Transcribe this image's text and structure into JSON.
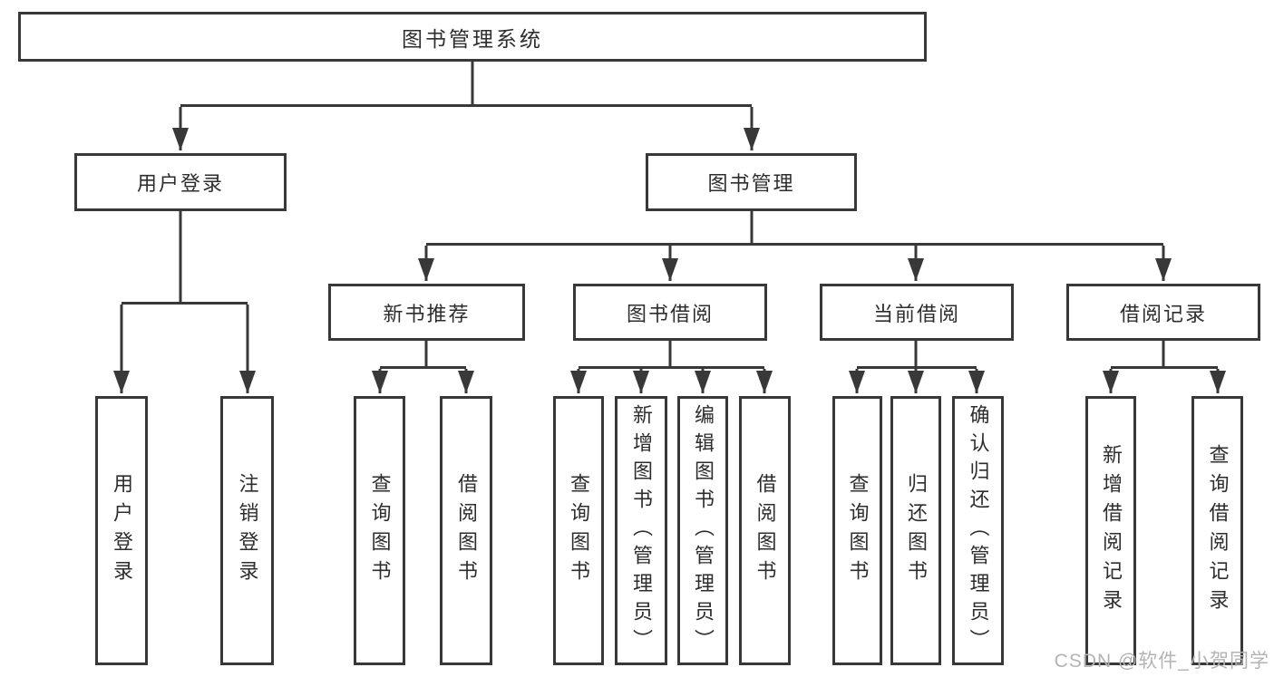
{
  "tree": {
    "root": {
      "label": "图书管理系统"
    },
    "branches": [
      {
        "label": "用户登录",
        "children": [
          {
            "label": "用户登录"
          },
          {
            "label": "注销登录"
          }
        ]
      },
      {
        "label": "图书管理",
        "children": [
          {
            "label": "新书推荐",
            "children": [
              {
                "label": "查询图书"
              },
              {
                "label": "借阅图书"
              }
            ]
          },
          {
            "label": "图书借阅",
            "children": [
              {
                "label": "查询图书"
              },
              {
                "label": "新增图书（管理员）"
              },
              {
                "label": "编辑图书（管理员）"
              },
              {
                "label": "借阅图书"
              }
            ]
          },
          {
            "label": "当前借阅",
            "children": [
              {
                "label": "查询图书"
              },
              {
                "label": "归还图书"
              },
              {
                "label": "确认归还（管理员）"
              }
            ]
          },
          {
            "label": "借阅记录",
            "children": [
              {
                "label": "新增借阅记录"
              },
              {
                "label": "查询借阅记录"
              }
            ]
          }
        ]
      }
    ]
  },
  "watermark": {
    "text": "CSDN @软件_小贺同学"
  },
  "colors": {
    "line": "#383838",
    "box_border": "#383838",
    "text": "#2d2d2d",
    "watermark": "#b3b3b3",
    "background": "#ffffff"
  }
}
